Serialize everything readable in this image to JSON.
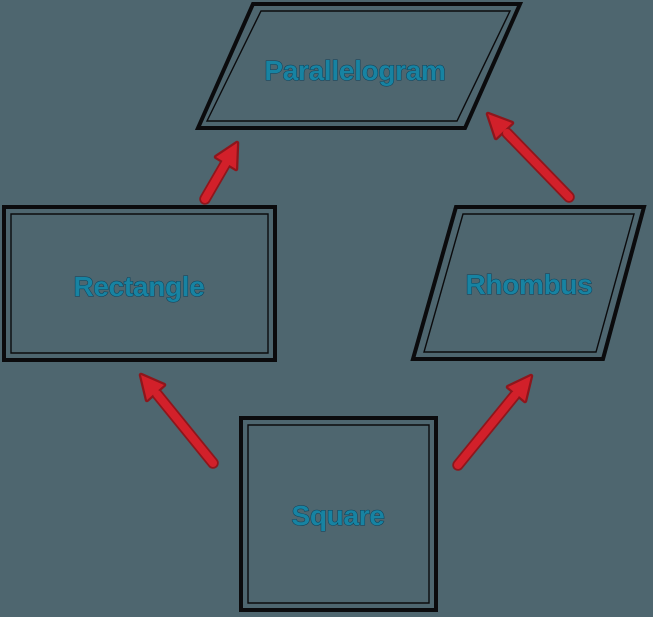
{
  "diagram": {
    "title": "quadrilateral-hierarchy",
    "nodes": {
      "parallelogram": {
        "label": "Parallelogram",
        "shape": "parallelogram"
      },
      "rectangle": {
        "label": "Rectangle",
        "shape": "rectangle"
      },
      "rhombus": {
        "label": "Rhombus",
        "shape": "slanted-parallelogram"
      },
      "square": {
        "label": "Square",
        "shape": "square"
      }
    },
    "edges": [
      {
        "from": "rectangle",
        "to": "parallelogram"
      },
      {
        "from": "rhombus",
        "to": "parallelogram"
      },
      {
        "from": "square",
        "to": "rectangle"
      },
      {
        "from": "square",
        "to": "rhombus"
      }
    ],
    "colors": {
      "background": "#4e666f",
      "shape_border": "#0b0b0d",
      "label_text": "#1783a2",
      "label_outline": "#0d3f58",
      "arrow_fill": "#d2202a",
      "arrow_outline": "#8e161c"
    }
  }
}
